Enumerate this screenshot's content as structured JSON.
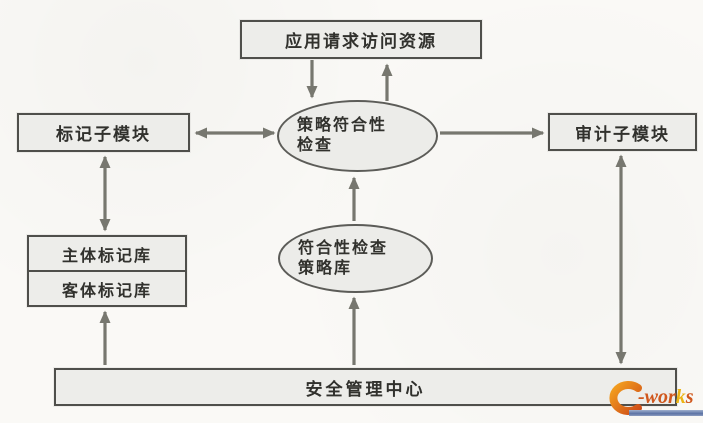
{
  "nodes": {
    "app_request": {
      "label": "应用请求访问资源"
    },
    "policy_check": {
      "lines": [
        "策略符合性",
        "检查"
      ]
    },
    "marking_module": {
      "label": "标记子模块"
    },
    "audit_module": {
      "label": "审计子模块"
    },
    "subject_mark_lib": {
      "label": "主体标记库"
    },
    "object_mark_lib": {
      "label": "客体标记库"
    },
    "compliance_policy_lib": {
      "lines": [
        "符合性检查",
        "策略库"
      ]
    },
    "security_center": {
      "label": "安全管理中心"
    }
  },
  "watermark": {
    "e": "e",
    "wor": "-wor",
    "k": "k",
    "s": "s"
  },
  "colors": {
    "paper": "#faf9f6",
    "node_fill": "#ededea",
    "node_border": "#4f4f4b",
    "connector": "#77776f",
    "text": "#31312d",
    "logo_orange": "#d0571c",
    "logo_gold": "#ecb414",
    "logo_bar_blue": "#5b72a4"
  }
}
